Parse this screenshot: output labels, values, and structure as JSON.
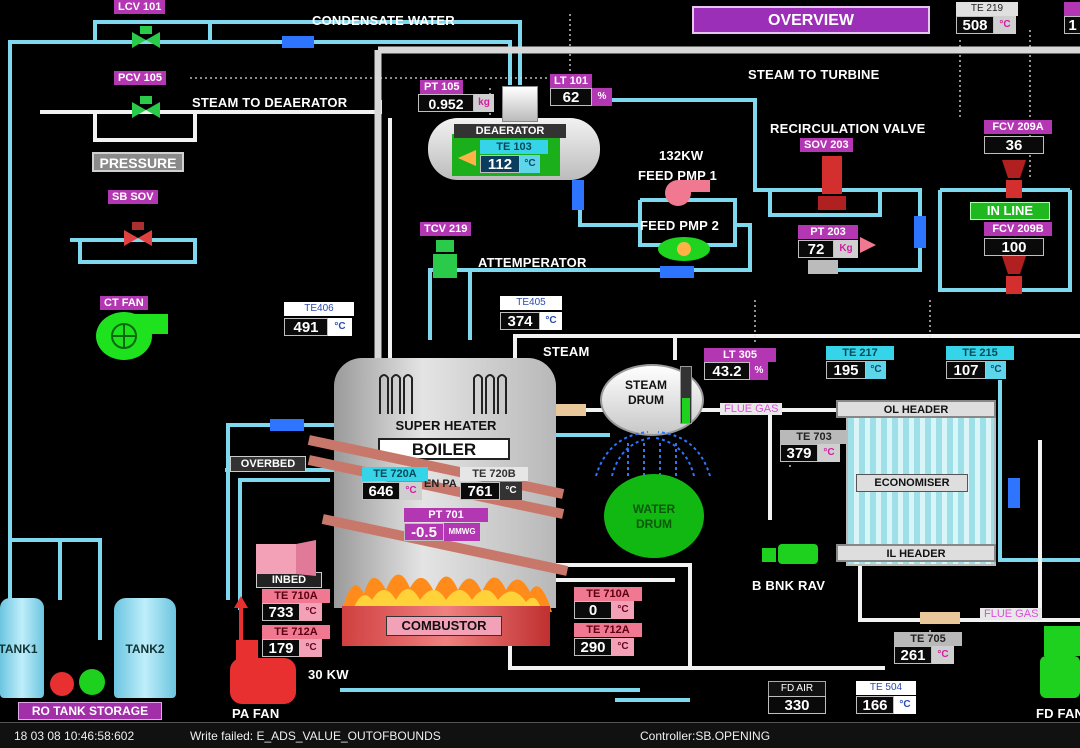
{
  "screen": {
    "title": "OVERVIEW",
    "colors": {
      "background": "#000000",
      "pipe": "#7fd9ee",
      "tag": "#b336b3",
      "green": "#1fd11f",
      "flame": "#ff8c1a"
    }
  },
  "lines": {
    "condensate_water": "CONDENSATE   WATER",
    "steam_to_deaerator": "STEAM TO DEAERATOR",
    "steam_to_turbine": "STEAM TO TURBINE",
    "recirculation_valve": "RECIRCULATION VALVE",
    "attemperator": "ATTEMPERATOR",
    "steam": "STEAM",
    "flue_gas_1": "FLUE GAS",
    "flue_gas_2": "FLUE GAS",
    "overbed": "OVERBED",
    "inbed": "INBED",
    "b_bnk_rav": "B BNK RAV",
    "pa_fan_power": "30 KW",
    "pump_power": "132KW",
    "feed_pmp_1": "FEED PMP 1",
    "feed_pmp_2": "FEED PMP 2",
    "partial_text": "EN PA"
  },
  "buttons": {
    "pressure": "PRESSURE",
    "in_line": "IN LINE",
    "ro_tank_storage": "RO TANK STORAGE"
  },
  "equipment": {
    "deaerator": "DEAERATOR",
    "super_heater": "SUPER HEATER",
    "boiler": "BOILER",
    "combustor": "COMBUSTOR",
    "steam_drum": "STEAM\nDRUM",
    "water_drum": "WATER\nDRUM",
    "ol_header": "OL HEADER",
    "economiser": "ECONOMISER",
    "il_header": "IL HEADER",
    "tank1": "TANK1",
    "tank2": "TANK2",
    "pa_fan": "PA FAN",
    "fd_fan": "FD FAN",
    "ct_fan": "CT FAN"
  },
  "valves": {
    "lcv_101": "LCV 101",
    "pcv_105": "PCV 105",
    "sb_sov": "SB SOV",
    "tcv_219": "TCV 219",
    "sov_203": "SOV 203"
  },
  "instruments": {
    "pt_105": {
      "tag": "PT 105",
      "value": "0.952",
      "unit": "kg"
    },
    "lt_101": {
      "tag": "LT 101",
      "value": "62",
      "unit": "%"
    },
    "te_103": {
      "tag": "TE 103",
      "value": "112",
      "unit": "°C"
    },
    "te_219": {
      "tag": "TE 219",
      "value": "508",
      "unit": "°C"
    },
    "te_partial": {
      "value": "1"
    },
    "fcv_209a": {
      "tag": "FCV 209A",
      "value": "36"
    },
    "fcv_209b": {
      "tag": "FCV 209B",
      "value": "100"
    },
    "pt_203": {
      "tag": "PT 203",
      "value": "72",
      "unit": "Kg"
    },
    "te_406": {
      "tag": "TE406",
      "value": "491",
      "unit": "°C"
    },
    "te_405": {
      "tag": "TE405",
      "value": "374",
      "unit": "°C"
    },
    "lt_305": {
      "tag": "LT 305",
      "value": "43.2",
      "unit": "%"
    },
    "te_217": {
      "tag": "TE 217",
      "value": "195",
      "unit": "°C"
    },
    "te_215": {
      "tag": "TE 215",
      "value": "107",
      "unit": "°C"
    },
    "te_703": {
      "tag": "TE 703",
      "value": "379",
      "unit": "°C"
    },
    "te_720a": {
      "tag": "TE 720A",
      "value": "646",
      "unit": "°C"
    },
    "te_720b": {
      "tag": "TE 720B",
      "value": "761",
      "unit": "°C"
    },
    "pt_701": {
      "tag": "PT 701",
      "value": "-0.5",
      "unit": "MMWG"
    },
    "te_710a_l": {
      "tag": "TE 710A",
      "value": "733",
      "unit": "°C"
    },
    "te_712a_l": {
      "tag": "TE 712A",
      "value": "179",
      "unit": "°C"
    },
    "te_710a_r": {
      "tag": "TE 710A",
      "value": "0",
      "unit": "°C"
    },
    "te_712a_r": {
      "tag": "TE 712A",
      "value": "290",
      "unit": "°C"
    },
    "te_705": {
      "tag": "TE 705",
      "value": "261",
      "unit": "°C"
    },
    "fd_air": {
      "tag": "FD AIR",
      "value": "330"
    },
    "te_504": {
      "tag": "TE 504",
      "value": "166",
      "unit": "°C"
    }
  },
  "status_bar": {
    "timestamp": "18 03 08 10:46:58:602",
    "message": "Write failed: E_ADS_VALUE_OUTOFBOUNDS",
    "controller": "Controller:SB.OPENING"
  }
}
